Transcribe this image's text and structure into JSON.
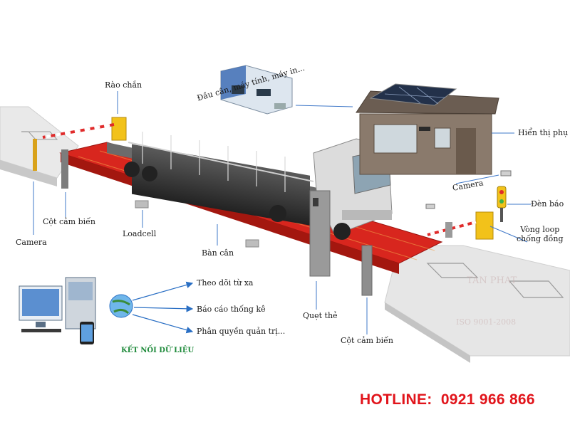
{
  "labels": {
    "barrier": "Rào chắn",
    "scale_head": "Đầu cân, máy tính, máy in...",
    "aux_display": "Hiển thị phụ",
    "camera_right": "Camera",
    "signal_light": "Đèn báo",
    "sensor_pole_left": "Cột cảm biến",
    "camera_left": "Camera",
    "loadcell": "Loadcell",
    "platform": "Bàn cân",
    "loop": "Vòng loop\nchống đồng",
    "card_reader": "Quẹt thẻ",
    "sensor_pole_bottom": "Cột cảm biến",
    "remote_monitor": "Theo dõi từ xa",
    "reports": "Báo cáo thống kê",
    "admin_rights": "Phân quyền quản trị...",
    "data_connect": "KẾT NỐI DỮ LIỆU"
  },
  "hotline": "HOTLINE:  0921 966 866",
  "watermark": {
    "brand": "TAN PHAT",
    "iso": "ISO 9001-2008"
  },
  "colors": {
    "platform_red": "#d8261e",
    "hotline_red": "#e1141b",
    "barrier_yellow": "#f2c21a",
    "concrete": "#e4e4e4",
    "arrow_blue": "#2a6fc4"
  },
  "icons": [
    "truck",
    "boom-barrier",
    "camera",
    "signal-light",
    "guard-booth",
    "solar-panel",
    "computer",
    "globe",
    "phone",
    "loop-sensor"
  ]
}
